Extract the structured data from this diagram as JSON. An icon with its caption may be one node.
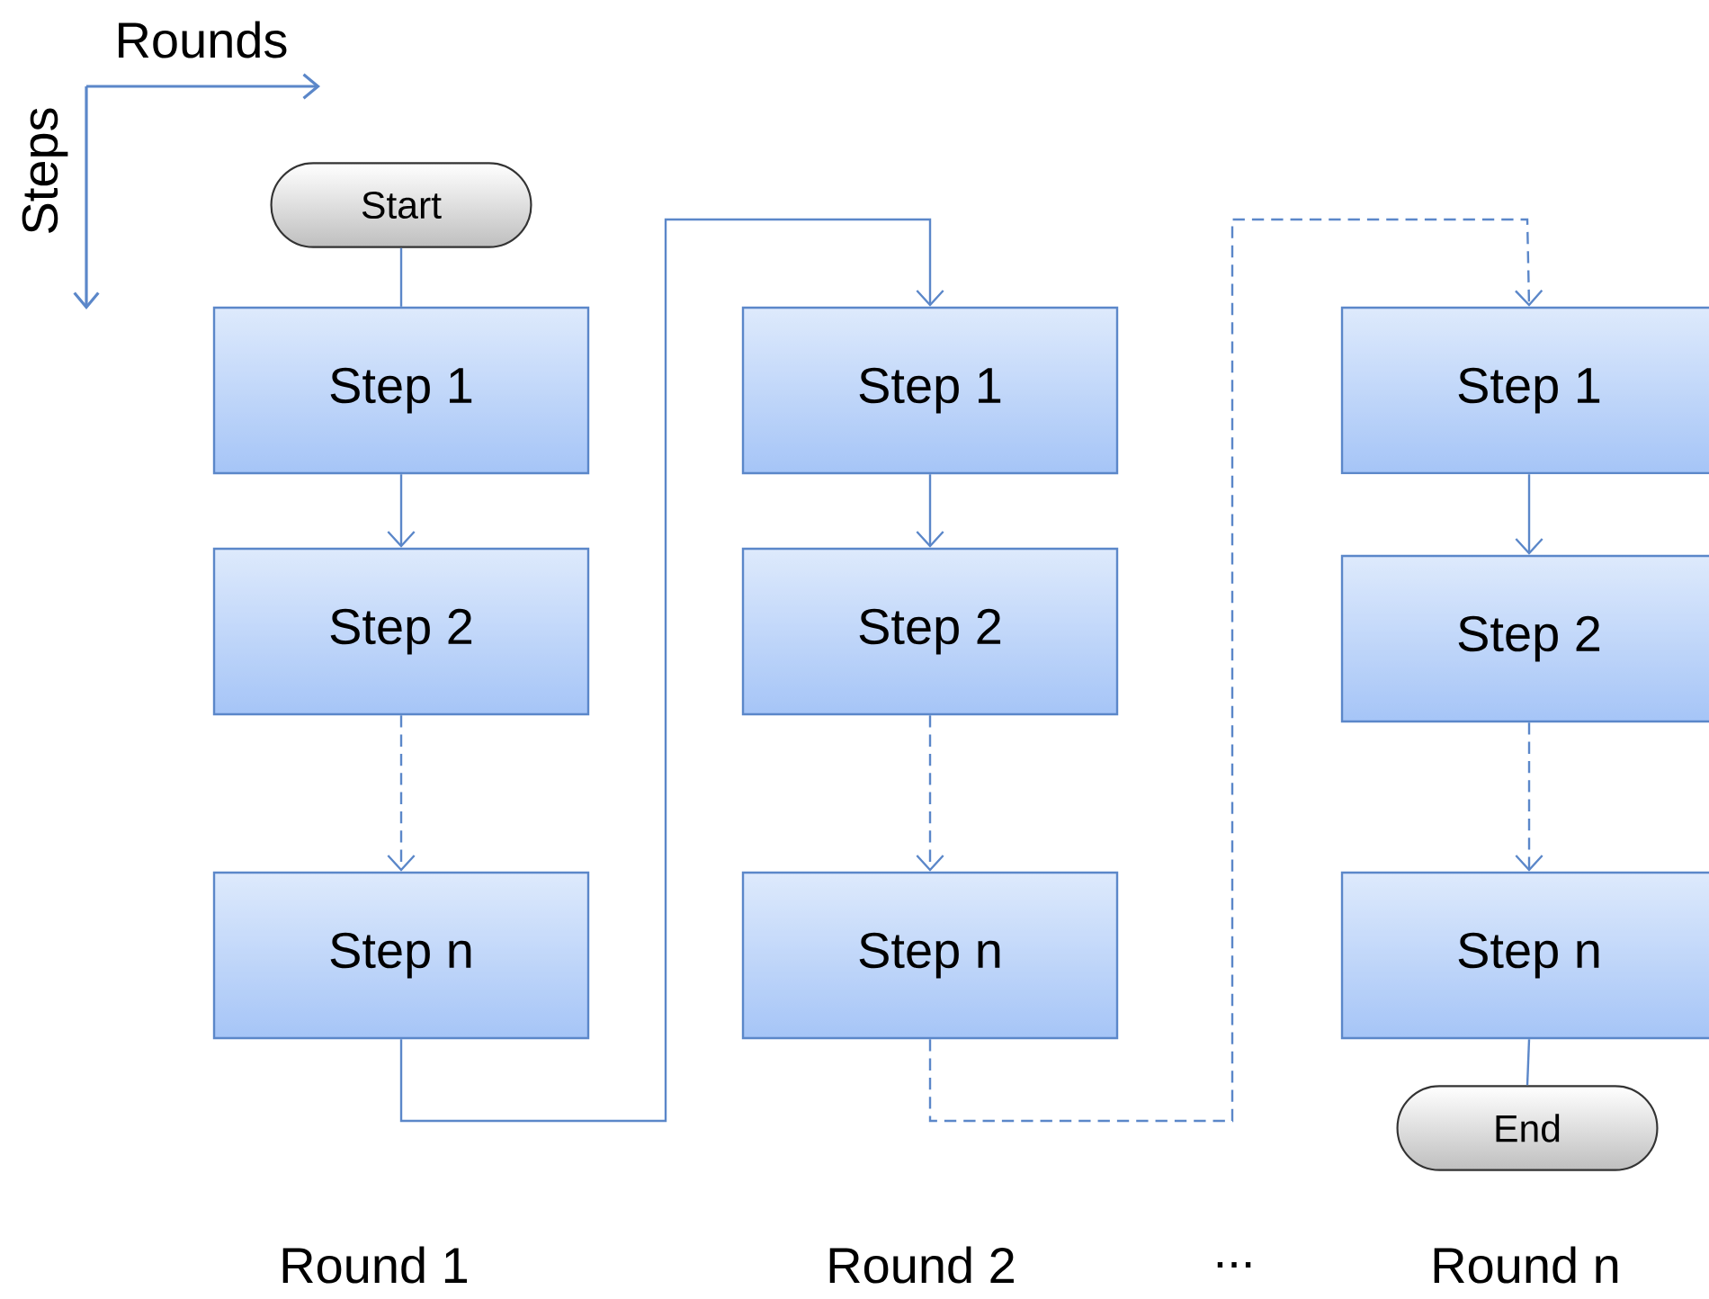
{
  "diagram": {
    "nodes": [
      {
        "text": [
          "Start"
        ]
      },
      {
        "text": [
          "Step 1"
        ]
      },
      {
        "text": [
          "Step 2"
        ]
      },
      {
        "text": [
          "Step n"
        ]
      },
      {
        "text": [
          "Step 1"
        ]
      },
      {
        "text": [
          "Step 2"
        ]
      },
      {
        "text": [
          "Step n"
        ]
      },
      {
        "text": [
          "Step 1"
        ]
      },
      {
        "text": [
          "Step 2"
        ]
      },
      {
        "text": [
          "Step n"
        ]
      },
      {
        "text": [
          "End"
        ]
      }
    ],
    "edges": [
      {
        "from": 0,
        "to": 1,
        "arrow": "none"
      },
      {
        "from": 1,
        "to": 2,
        "arrow": "to"
      },
      {
        "from": 2,
        "to": 3,
        "arrow": "to",
        "style": "dashed"
      },
      {
        "from": 3,
        "to": 4,
        "arrow": "to"
      },
      {
        "from": 4,
        "to": 5,
        "arrow": "to"
      },
      {
        "from": 5,
        "to": 6,
        "arrow": "to",
        "style": "dashed"
      },
      {
        "from": 6,
        "to": 7,
        "arrow": "to",
        "style": "dashed"
      },
      {
        "from": 7,
        "to": 8,
        "arrow": "to"
      },
      {
        "from": 8,
        "to": 9,
        "arrow": "to",
        "style": "dashed"
      },
      {
        "from": 9,
        "to": 10,
        "arrow": "none"
      }
    ],
    "labels": [
      "Rounds",
      "Steps",
      "Round 1",
      "Round 2",
      "...",
      "Round n"
    ]
  }
}
